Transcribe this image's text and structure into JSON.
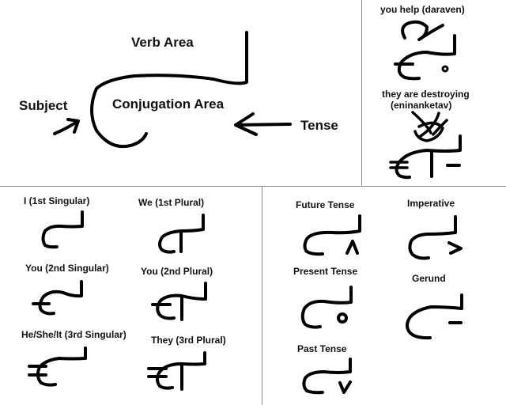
{
  "main_diagram": {
    "verb_area_label": "Verb Area",
    "conjugation_area_label": "Conjugation Area",
    "subject_label": "Subject",
    "tense_label": "Tense"
  },
  "examples": [
    {
      "label": "you help (daraven)"
    },
    {
      "label_line1": "they are destroying",
      "label_line2": "(eninanketav)"
    }
  ],
  "persons": [
    {
      "label": "I (1st Singular)"
    },
    {
      "label": "We (1st Plural)"
    },
    {
      "label": "You (2nd Singular)"
    },
    {
      "label": "You (2nd Plural)"
    },
    {
      "label": "He/She/It (3rd Singular)"
    },
    {
      "label": "They (3rd Plural)"
    }
  ],
  "tenses": [
    {
      "label": "Future Tense",
      "mark": "up-caret"
    },
    {
      "label": "Imperative",
      "mark": "right-chevron"
    },
    {
      "label": "Present Tense",
      "mark": "circle"
    },
    {
      "label": "Gerund",
      "mark": "dash"
    },
    {
      "label": "Past Tense",
      "mark": "down-v"
    }
  ],
  "colors": {
    "ink": "#000000",
    "divider": "#8a8a8a",
    "background": "#ffffff"
  }
}
